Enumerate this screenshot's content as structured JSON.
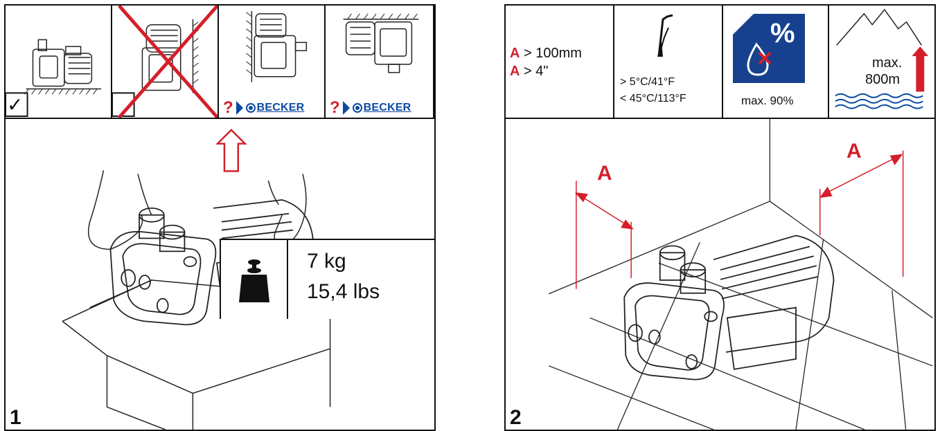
{
  "panel1": {
    "number": "1",
    "orientations": {
      "ok_mark": "✓",
      "horizontal_floor_icon": "pump-horizontal-floor-icon",
      "vertical_forbidden_icon": "pump-vertical-crossed-icon",
      "wall_mount": {
        "icon": "pump-wall-mounted-icon",
        "question": "?",
        "brand": "BECKER"
      },
      "ceiling_mount": {
        "icon": "pump-ceiling-mounted-icon",
        "question": "?",
        "brand": "BECKER"
      }
    },
    "weight": {
      "icon": "weight-icon",
      "metric": "7 kg",
      "imperial": "15,4 lbs"
    },
    "lift_arrow_icon": "lift-up-arrow-icon"
  },
  "panel2": {
    "number": "2",
    "clearance": {
      "metric_letter": "A",
      "metric_value": "> 100mm",
      "imperial_letter": "A",
      "imperial_value": "> 4\""
    },
    "temperature": {
      "icon": "thermometer-icon",
      "min": "> 5°C/41°F",
      "max": "< 45°C/113°F"
    },
    "humidity": {
      "icon": "humidity-drop-icon",
      "symbol": "%",
      "label": "max. 90%"
    },
    "altitude": {
      "icon": "mountain-icon",
      "line1": "max.",
      "line2": "800m"
    },
    "dimension_label_left": "A",
    "dimension_label_right": "A"
  },
  "colors": {
    "accent_red": "#d41f2a",
    "brand_blue": "#0b4aa2",
    "humidity_blue": "#17418f"
  }
}
